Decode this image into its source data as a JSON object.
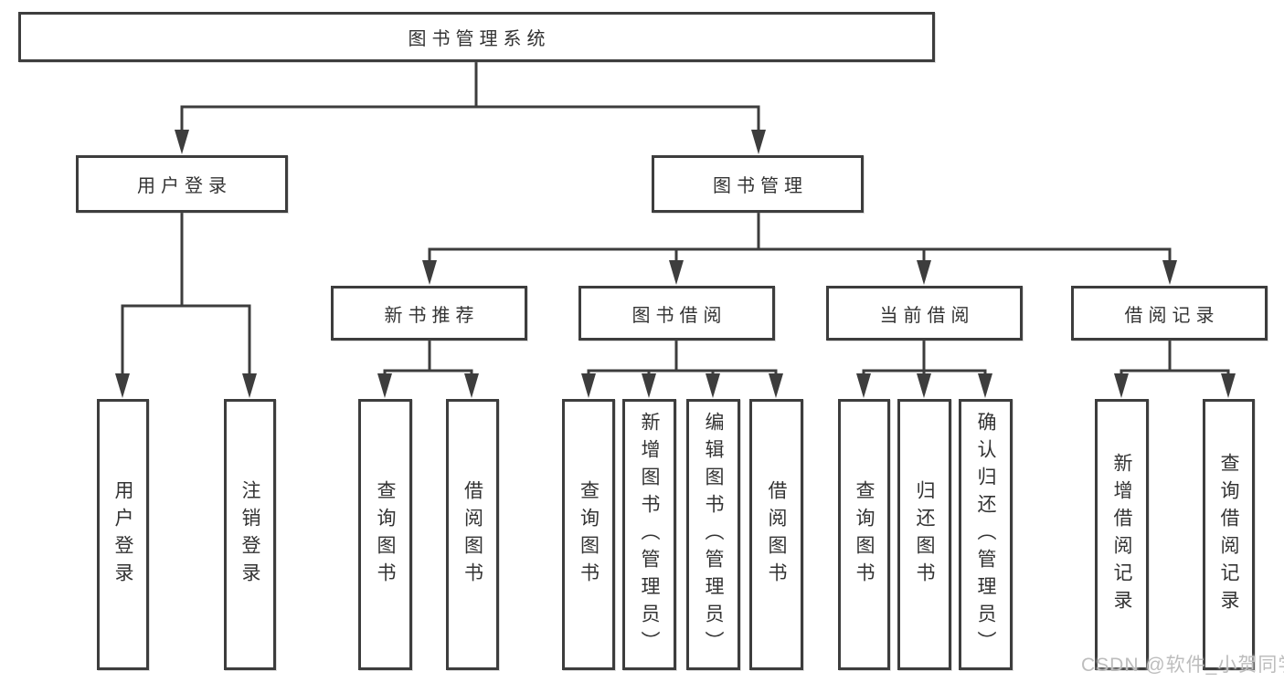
{
  "diagram": {
    "root": {
      "label": "图书管理系统"
    },
    "user_branch": {
      "label": "用户登录",
      "children": [
        {
          "label": "用户登录"
        },
        {
          "label": "注销登录"
        }
      ]
    },
    "book_branch": {
      "label": "图书管理",
      "groups": [
        {
          "label": "新书推荐",
          "children": [
            {
              "label": "查询图书"
            },
            {
              "label": "借阅图书"
            }
          ]
        },
        {
          "label": "图书借阅",
          "children": [
            {
              "label": "查询图书"
            },
            {
              "label": "新增图书（管理员）"
            },
            {
              "label": "编辑图书（管理员）"
            },
            {
              "label": "借阅图书"
            }
          ]
        },
        {
          "label": "当前借阅",
          "children": [
            {
              "label": "查询图书"
            },
            {
              "label": "归还图书"
            },
            {
              "label": "确认归还（管理员）"
            }
          ]
        },
        {
          "label": "借阅记录",
          "children": [
            {
              "label": "新增借阅记录"
            },
            {
              "label": "查询借阅记录"
            }
          ]
        }
      ]
    }
  },
  "watermark": {
    "text": "CSDN @软件_小贺同学"
  },
  "colors": {
    "line": "#3d3d3d",
    "text": "#333333",
    "watermark": "#bdbdbd",
    "background": "#ffffff"
  }
}
